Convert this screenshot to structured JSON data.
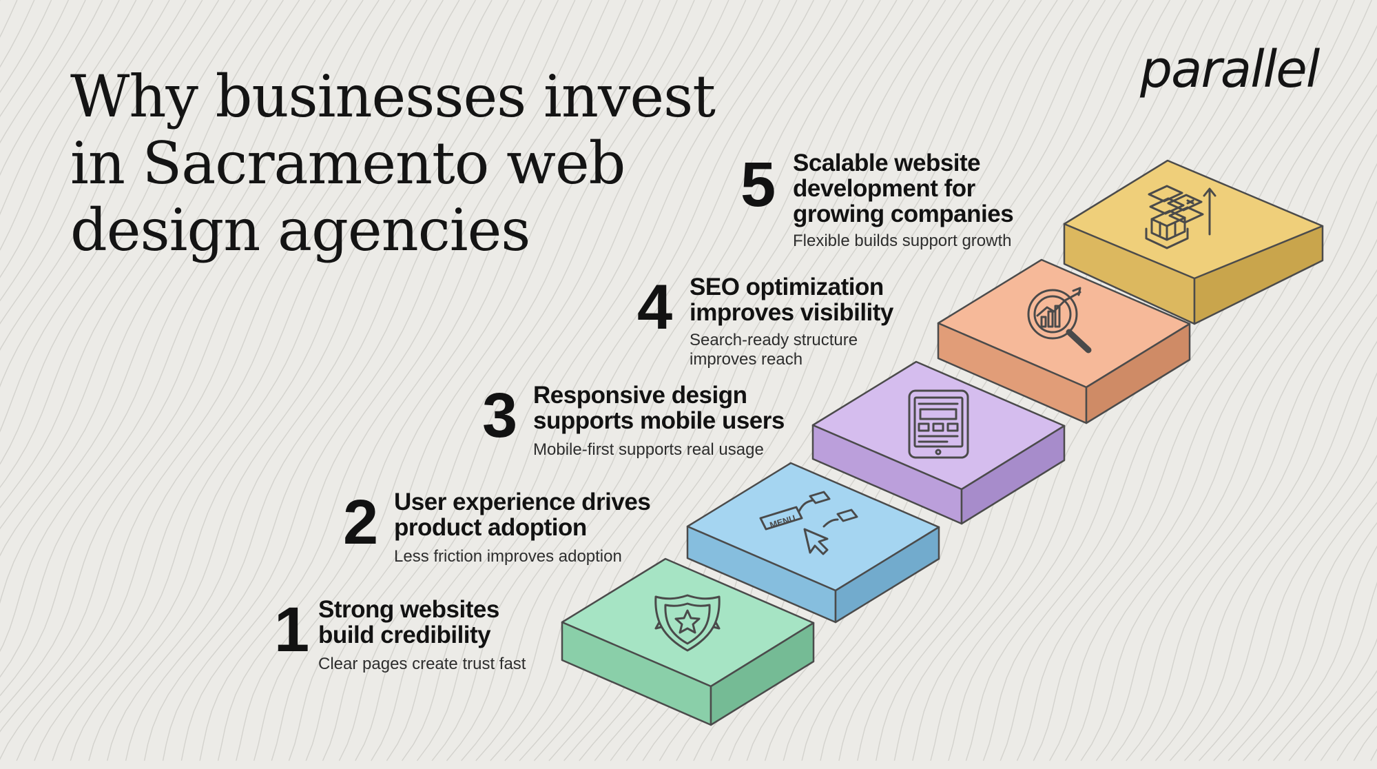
{
  "title": {
    "lines": [
      "Why businesses invest",
      "in Sacramento web",
      "design agencies"
    ]
  },
  "brand": {
    "logo_text": "parallel"
  },
  "steps": [
    {
      "number": "1",
      "heading": [
        "Strong websites",
        "build credibility"
      ],
      "description": [
        "Clear pages create trust fast"
      ],
      "icon": "shield-badge-icon",
      "color": "#a6e4c4"
    },
    {
      "number": "2",
      "heading": [
        "User experience drives",
        "product adoption"
      ],
      "description": [
        "Less friction improves adoption"
      ],
      "icon": "menu-cursor-flow-icon",
      "color": "#a5d5f1"
    },
    {
      "number": "3",
      "heading": [
        "Responsive design",
        "supports mobile users"
      ],
      "description": [
        "Mobile-first supports real usage"
      ],
      "icon": "tablet-icon",
      "color": "#d5bdee"
    },
    {
      "number": "4",
      "heading": [
        "SEO optimization",
        "improves visibility"
      ],
      "description": [
        "Search-ready structure",
        "improves reach"
      ],
      "icon": "magnifier-chart-icon",
      "color": "#f6b999"
    },
    {
      "number": "5",
      "heading": [
        "Scalable website",
        "development for",
        "growing companies"
      ],
      "description": [
        "Flexible builds support growth"
      ],
      "icon": "scalable-blocks-icon",
      "color": "#efcf7a"
    }
  ],
  "icon_labels": {
    "menu": "MENU"
  }
}
